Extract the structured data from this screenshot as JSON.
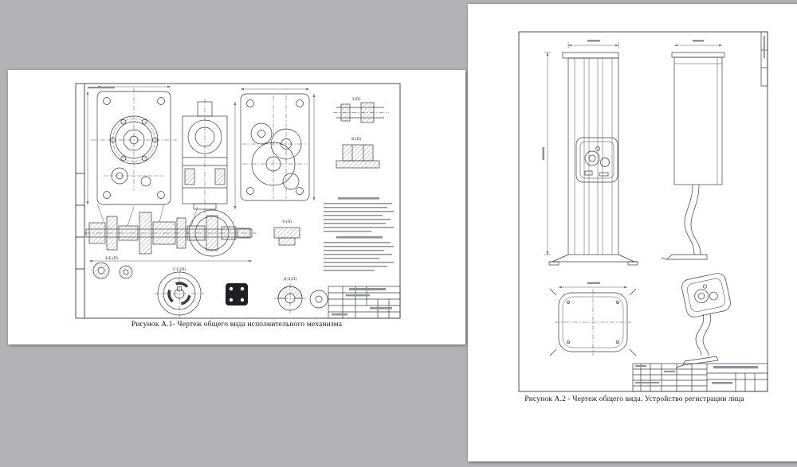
{
  "colors": {
    "canvas_background": "#b3b3b5",
    "page_background": "#ffffff",
    "drawing_line": "#3a3a42",
    "caption_text": "#16161e"
  },
  "pages": [
    {
      "id": "A.1",
      "caption": "Рисунок А.1- Чертеж общего вида исполнительного механизма",
      "view_labels": {
        "z": "З (П)",
        "i": "И (П)",
        "x": "Х (П)",
        "bb": "Б-Б (П)",
        "gg": "Г-Г (П)",
        "dd": "Д-Д (П)"
      }
    },
    {
      "id": "A.2",
      "caption": "Рисунок А.2 - Чертеж общего вида. Устройство регистрации лица"
    }
  ]
}
